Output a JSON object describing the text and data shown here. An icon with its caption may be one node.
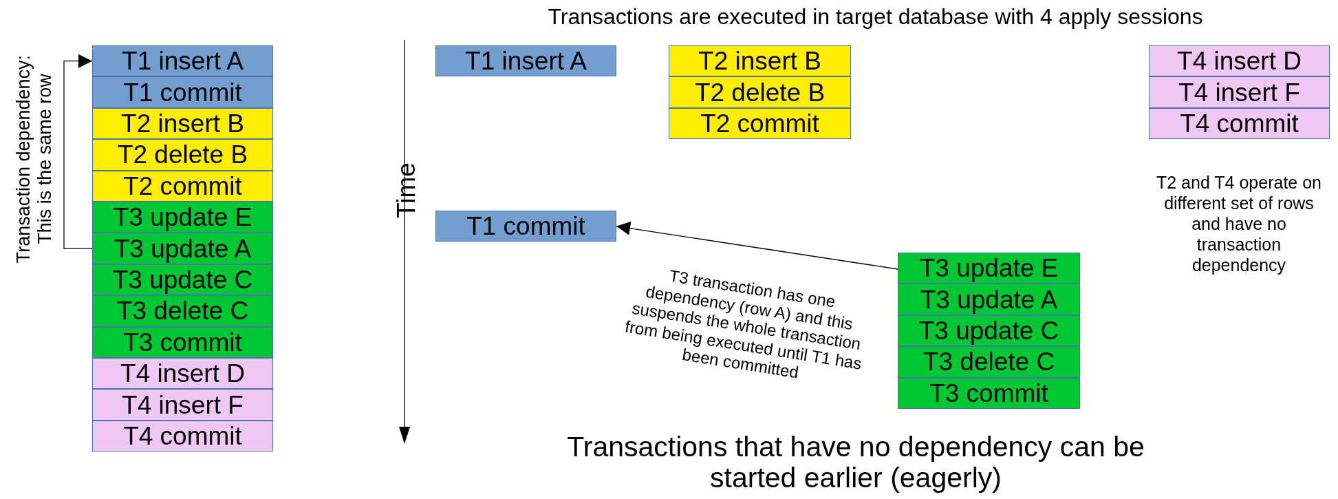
{
  "diagram": {
    "title": "Transactions are executed in target database with 4 apply sessions",
    "caption": "Transactions that have no dependency can be started earlier (eagerly)",
    "nodes": [
      {
        "text": [
          "T1 insert A"
        ]
      },
      {
        "text": [
          "T1 commit"
        ]
      },
      {
        "text": [
          "T2 insert B"
        ]
      },
      {
        "text": [
          "T2 delete B"
        ]
      },
      {
        "text": [
          "T2 commit"
        ]
      },
      {
        "text": [
          "T3 update E"
        ]
      },
      {
        "text": [
          "T3 update A"
        ]
      },
      {
        "text": [
          "T3 update C"
        ]
      },
      {
        "text": [
          "T3 delete C"
        ]
      },
      {
        "text": [
          "T3 commit"
        ]
      },
      {
        "text": [
          "T4 insert D"
        ]
      },
      {
        "text": [
          "T4 insert F"
        ]
      },
      {
        "text": [
          "T4 commit"
        ]
      },
      {
        "text": [
          "T1 insert A"
        ]
      },
      {
        "text": [
          "T2 insert B"
        ]
      },
      {
        "text": [
          "T2 delete B"
        ]
      },
      {
        "text": [
          "T2 commit"
        ]
      },
      {
        "text": [
          "T4 insert D"
        ]
      },
      {
        "text": [
          "T4 insert F"
        ]
      },
      {
        "text": [
          "T4 commit"
        ]
      },
      {
        "text": [
          "T1 commit"
        ]
      },
      {
        "text": [
          "T3 update E"
        ]
      },
      {
        "text": [
          "T3 update A"
        ]
      },
      {
        "text": [
          "T3 update C"
        ]
      },
      {
        "text": [
          "T3 delete C"
        ]
      },
      {
        "text": [
          "T3 commit"
        ]
      }
    ],
    "edges": [
      {
        "from": 6,
        "to": 0,
        "arrow": "to"
      },
      {
        "from": 21,
        "to": 20,
        "arrow": "to"
      }
    ],
    "labels": [
      "Transaction dependency: This is the same row",
      "Time",
      "T2 and T4 operate on different set of rows and have no transaction dependency",
      "T3 transaction has one dependency (row A) and this suspends the whole transaction from being executed until T1 has been committed"
    ]
  }
}
